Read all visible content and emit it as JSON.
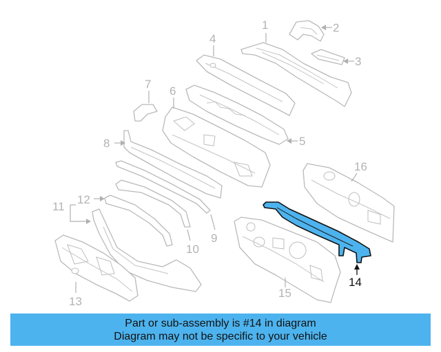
{
  "callouts": {
    "p1": "1",
    "p2": "2",
    "p3": "3",
    "p4": "4",
    "p5": "5",
    "p6": "6",
    "p7": "7",
    "p8": "8",
    "p9": "9",
    "p10": "10",
    "p11": "11",
    "p12": "12",
    "p13": "13",
    "p14": "14",
    "p15": "15",
    "p16": "16"
  },
  "highlighted_part": "14",
  "colors": {
    "highlight": "#4db3ee",
    "banner": "#4db3ee",
    "part_outline": "#b9b9b9",
    "callout_text": "#b3b3b3",
    "highlight_outline": "#111111"
  },
  "banner": {
    "line1": "Part or sub-assembly is #14 in diagram",
    "line2": "Diagram may not be specific to your vehicle"
  }
}
